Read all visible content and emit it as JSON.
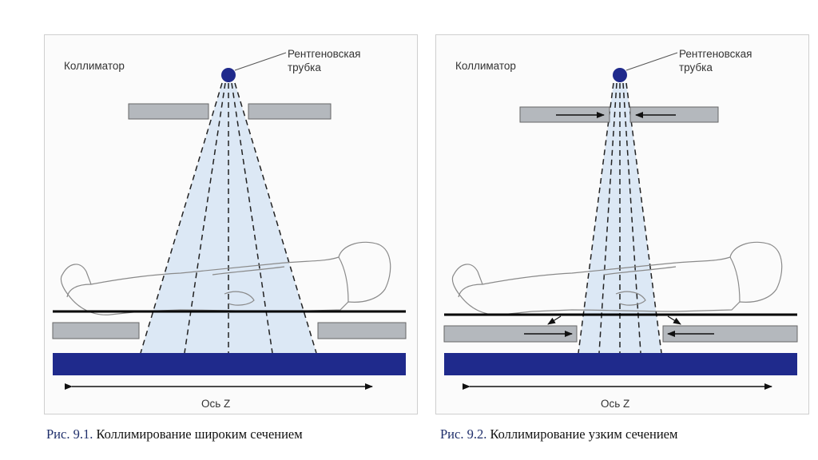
{
  "figures": [
    {
      "collimator_label": "Коллиматор",
      "tube_label_line1": "Рентгеновская",
      "tube_label_line2": "трубка",
      "axis_label": "Ось Z",
      "caption_num": "Рис. 9.1.",
      "caption_text": "Коллимирование широким сечением"
    },
    {
      "collimator_label": "Коллиматор",
      "tube_label_line1": "Рентгеновская",
      "tube_label_line2": "трубка",
      "axis_label": "Ось Z",
      "caption_num": "Рис. 9.2.",
      "caption_text": "Коллимирование узким сечением"
    }
  ],
  "colors": {
    "tube": "#1f2a8c",
    "collimator": "#b4b8bd",
    "beam": "#dce8f5",
    "table_bar": "#1f2a8c",
    "caption": "#1f2f6b"
  }
}
